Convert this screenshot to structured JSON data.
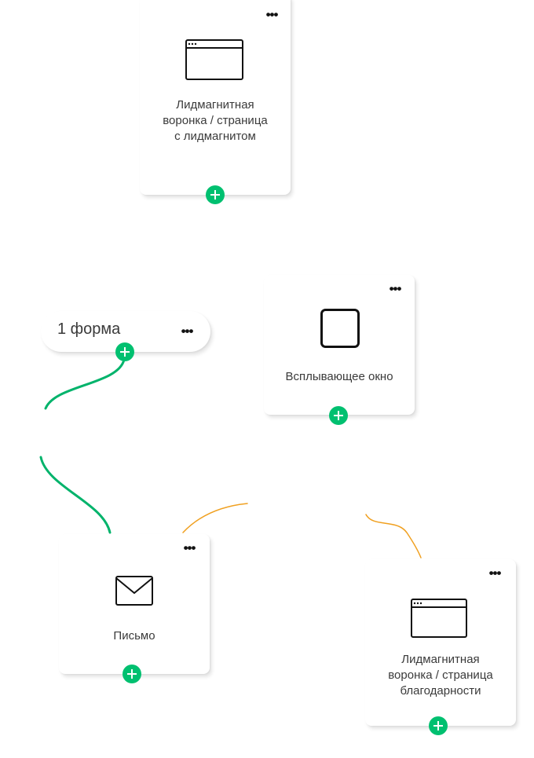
{
  "nodes": {
    "leadmagnet_page": {
      "label": "Лидмагнитная\nворонка / страница\nс лидмагнитом",
      "icon": "browser-window-icon"
    },
    "popup": {
      "label": "Всплывающее окно",
      "icon": "square-icon"
    },
    "form": {
      "title": "1 форма"
    },
    "email": {
      "label": "Письмо",
      "icon": "envelope-icon"
    },
    "thankyou_page": {
      "label": "Лидмагнитная\nворонка / страница\nблагодарности",
      "icon": "browser-window-icon"
    }
  },
  "controls": {
    "more_symbol": "•••"
  },
  "colors": {
    "add_button": "#00c070",
    "connector_green": "#00b36b",
    "connector_orange": "#f0a020",
    "icon_stroke": "#111111",
    "text": "#3a3a3a"
  }
}
